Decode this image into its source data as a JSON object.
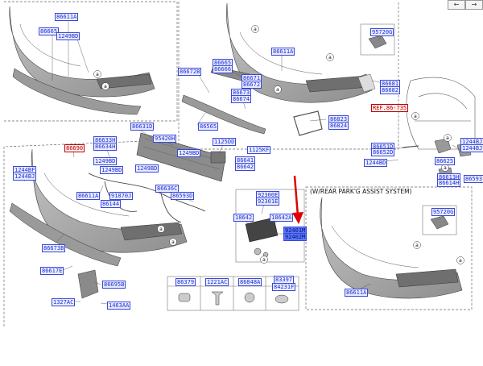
{
  "nav": {
    "prev": "←",
    "next": "→"
  },
  "insert_title": "(W/REAR PARK'G ASSIST SYSTEM)",
  "callout": "a",
  "labels": {
    "p86611a_top": "86611A",
    "p86665": "86665",
    "p1249bd_top": "1249BD",
    "p86611a_tr": "86611A",
    "p95720g": "95720G",
    "p86665_tr": "86665",
    "p86666": "86666",
    "p86672b": "86672B",
    "p86671": "86671",
    "p86672": "86672",
    "p86673": "86673",
    "p86674": "86674",
    "p86681": "86681",
    "p86682": "86682",
    "p86565": "86565",
    "p86823": "86823",
    "p86824": "86824",
    "ref": "REF.86-735",
    "p86631d": "86631D",
    "p95420h": "95420H",
    "p86633h": "86633H",
    "p86634h": "86634H",
    "p86690": "86690",
    "p1125dd": "1125DD",
    "p1249bd_mid": "1249BD",
    "p1125kf": "1125KF",
    "p1249bd_2": "1249BD",
    "p86641": "86641",
    "p86642": "86642",
    "p1249bd_3": "1249BD",
    "p1249bd_4": "1249BD",
    "p1244bf": "1244BF",
    "p1244bj": "1244BJ",
    "p86636c": "86636C",
    "p86593d": "86593D",
    "p86611a_mid": "86611A",
    "p91870": "91870J",
    "p86144": "86144",
    "p86651d": "86651D",
    "p86652d": "86652D",
    "p1244bd_r": "1244BD",
    "p86625": "86625",
    "p1244bj_r": "1244BJ",
    "p1244bj_r2": "1244BJ",
    "p86613h": "86613H",
    "p86614h": "86614H",
    "p86593_r": "86593",
    "p86673b": "86673B",
    "p86617e": "86617E",
    "p86695b": "86695B",
    "p1327ac": "1327AC",
    "p1463aa": "1463AA",
    "p92300e": "92300E",
    "p92301e": "92301E",
    "p18642": "18642",
    "p18642a": "18642A",
    "p92401m": "92401M",
    "p92402m": "92402M",
    "p95720g_ins": "95720G",
    "p86611a_ins": "86611A"
  },
  "hardware_table": {
    "cells": [
      "86379",
      "1221AC",
      "86848A",
      "83397",
      "84231F"
    ]
  },
  "colors": {
    "link_text": "#1f2fd0",
    "link_bg": "#e8ecff",
    "highlight_bg": "#5b78ff",
    "red_label": "#c00000",
    "arrow": "#e00000",
    "bumper_fill": "#a9a9a9",
    "bumper_dark": "#7a7a7a"
  }
}
